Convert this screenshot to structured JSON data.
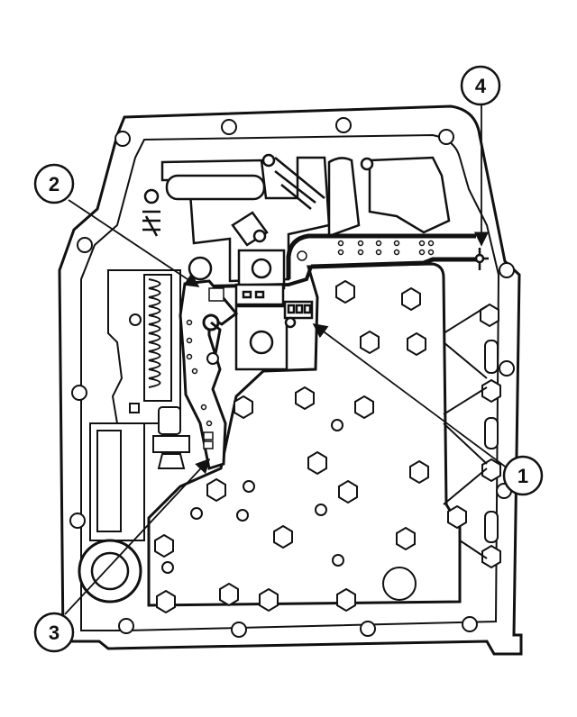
{
  "callouts": [
    {
      "id": "1",
      "label": "1"
    },
    {
      "id": "2",
      "label": "2"
    },
    {
      "id": "3",
      "label": "3"
    },
    {
      "id": "4",
      "label": "4"
    }
  ],
  "colors": {
    "line": "#111111",
    "fill": "#ffffff"
  }
}
